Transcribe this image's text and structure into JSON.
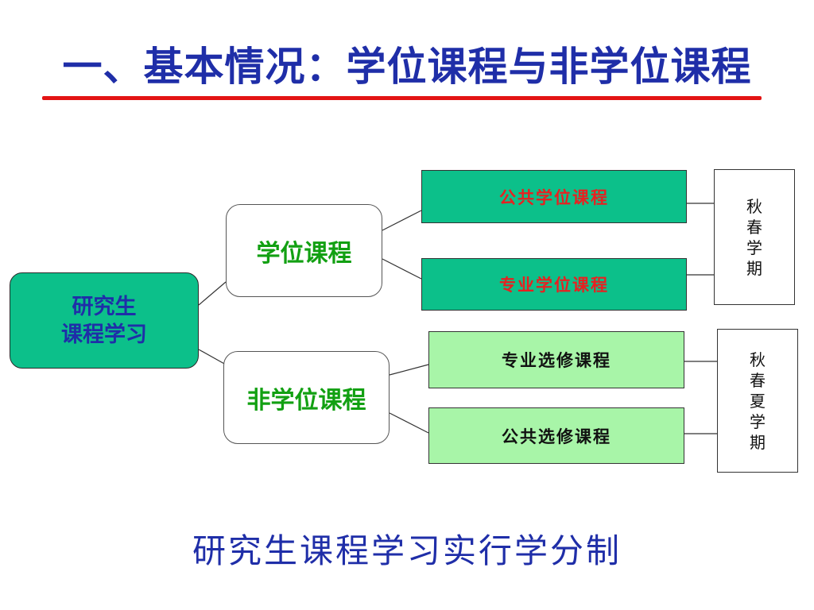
{
  "title": "一、基本情况：学位课程与非学位课程",
  "root": {
    "line1": "研究生",
    "line2": "课程学习"
  },
  "degree": {
    "label": "学位课程",
    "children": [
      "公共学位课程",
      "专业学位课程"
    ],
    "semesters": [
      "秋",
      "春",
      "学",
      "期"
    ]
  },
  "nondegree": {
    "label": "非学位课程",
    "children": [
      "专业选修课程",
      "公共选修课程"
    ],
    "semesters": [
      "秋",
      "春",
      "夏",
      "学",
      "期"
    ]
  },
  "footer": "研究生课程学习实行学分制",
  "colors": {
    "title": "#1f2ea8",
    "rule": "#e31414",
    "dark_green": "#0cc08a",
    "light_green": "#a8f5a8",
    "mid_text": "#12a012",
    "red_text": "#e82020"
  }
}
